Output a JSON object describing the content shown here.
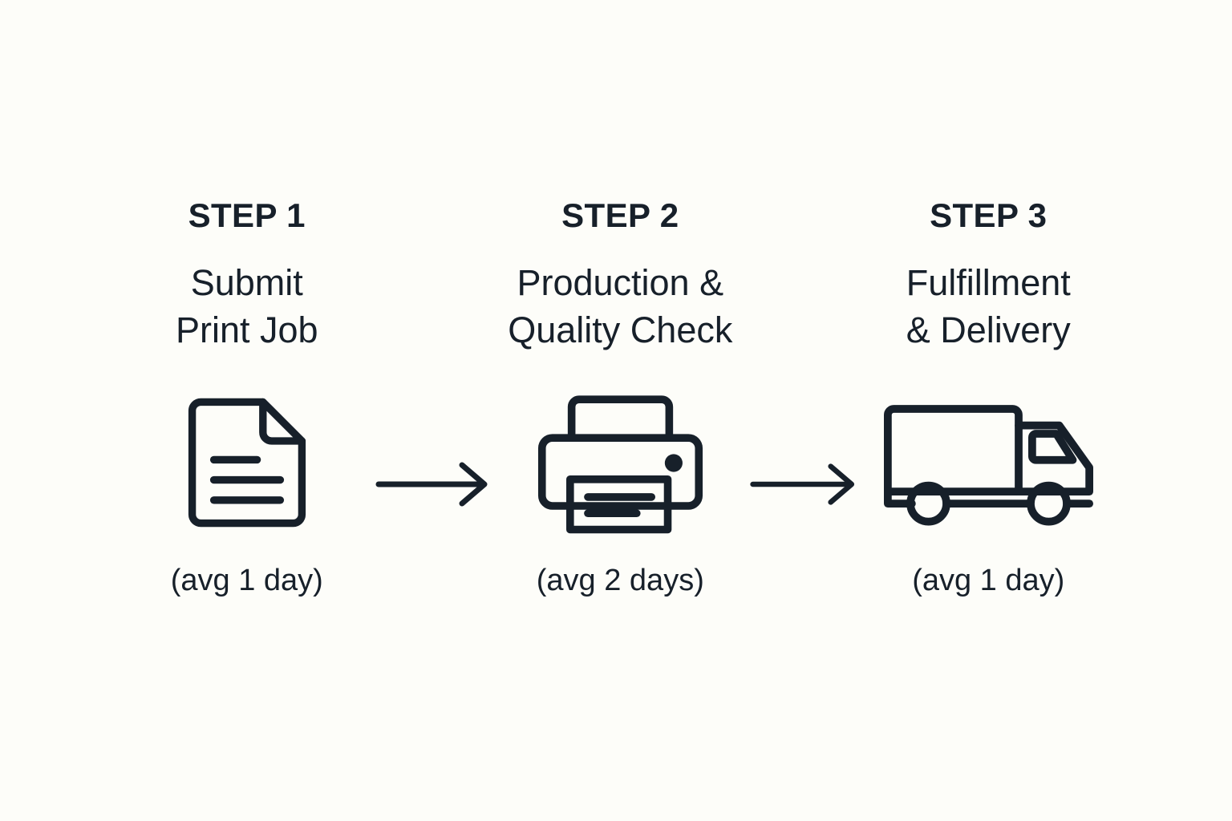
{
  "theme": {
    "background": "#FDFDF9",
    "ink": "#17202A"
  },
  "diagram": {
    "type": "process-flow",
    "orientation": "horizontal",
    "step_count": 3,
    "connector_count": 2
  },
  "steps": [
    {
      "eyebrow": "STEP 1",
      "title_line_1": "Submit",
      "title_line_2": "Print Job",
      "caption": "(avg 1 day)",
      "icon": "document-icon"
    },
    {
      "eyebrow": "STEP 2",
      "title_line_1": "Production &",
      "title_line_2": "Quality Check",
      "caption": "(avg 2 days)",
      "icon": "printer-icon"
    },
    {
      "eyebrow": "STEP 3",
      "title_line_1": "Fulfillment",
      "title_line_2": "& Delivery",
      "caption": "(avg 1 day)",
      "icon": "truck-icon"
    }
  ],
  "connectors": [
    {
      "icon": "arrow-right-icon"
    },
    {
      "icon": "arrow-right-icon"
    }
  ]
}
